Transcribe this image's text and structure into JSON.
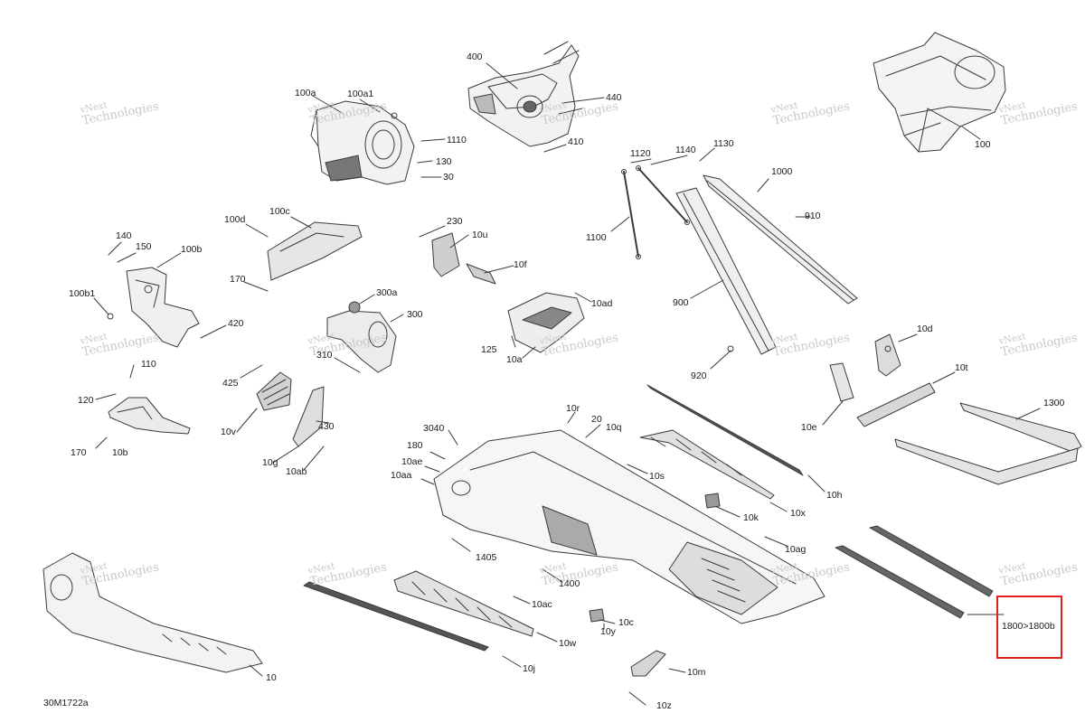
{
  "watermark": {
    "line1": "vNext",
    "line2": "Technologies"
  },
  "diagram_id": "30M1722a",
  "highlight": {
    "label": "1800>1800b",
    "color": "#e0201f"
  },
  "labels": {
    "l400": "400",
    "l440": "440",
    "l410": "410",
    "l100a": "100a",
    "l100a1": "100a1",
    "l1110": "1110",
    "l130": "130",
    "l30": "30",
    "l1120": "1120",
    "l1140": "1140",
    "l1130": "1130",
    "l1000": "1000",
    "l1100": "1100",
    "l910": "910",
    "l900": "900",
    "l920": "920",
    "l100": "100",
    "l100d": "100d",
    "l100c": "100c",
    "l170a": "170",
    "l140": "140",
    "l150": "150",
    "l100b": "100b",
    "l100b1": "100b1",
    "l420": "420",
    "l230": "230",
    "l10u": "10u",
    "l10f": "10f",
    "l300a": "300a",
    "l300": "300",
    "l310": "310",
    "l10ad": "10ad",
    "l125": "125",
    "l10a": "10a",
    "l10d": "10d",
    "l10t": "10t",
    "l10e": "10e",
    "l1300": "1300",
    "l110": "110",
    "l120": "120",
    "l170b": "170",
    "l10b": "10b",
    "l425": "425",
    "l10v": "10v",
    "l430": "430",
    "l10g": "10g",
    "l10ab": "10ab",
    "l10r": "10r",
    "l20": "20",
    "l10q": "10q",
    "l3040": "3040",
    "l180": "180",
    "l10ae": "10ae",
    "l10aa": "10aa",
    "l10s": "10s",
    "l10h": "10h",
    "l10k": "10k",
    "l10x": "10x",
    "l10ag": "10ag",
    "l1405": "1405",
    "l1400": "1400",
    "l10ac": "10ac",
    "l10c": "10c",
    "l10y": "10y",
    "l10w": "10w",
    "l10j": "10j",
    "l10m": "10m",
    "l10z": "10z",
    "l10": "10"
  }
}
